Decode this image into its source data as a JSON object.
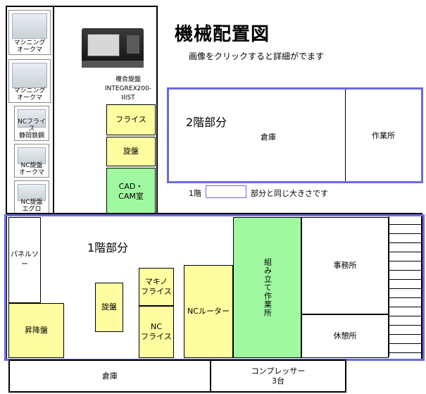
{
  "title": "機械配置図",
  "subtitle": "画像をクリックすると詳細がでます",
  "thumbnails": [
    {
      "label_line1": "マシニング",
      "label_line2": "オークマ"
    },
    {
      "label_line1": "マシニング",
      "label_line2": "オークマ"
    },
    {
      "label_line1": "NCフライス",
      "label_line2": "静岡鉄鋼"
    },
    {
      "label_line1": "NC旋盤",
      "label_line2": "オークマ"
    },
    {
      "label_line1": "NC旋盤",
      "label_line2": "エグロ"
    }
  ],
  "lathe_photo": {
    "label_line1": "複合旋盤",
    "label_line2": "INTEGREX200-IIIST"
  },
  "left_column": {
    "milling": "フライス",
    "lathe": "旋盤",
    "cad_line1": "CAD・",
    "cad_line2": "CAM室"
  },
  "floor2": {
    "label": "2階部分",
    "storage": "倉庫",
    "workplace": "作業所"
  },
  "legend": {
    "prefix": "1階",
    "suffix": "部分と同じ大きさです"
  },
  "floor1": {
    "label": "1階部分",
    "panel_saw": "パネルソー",
    "lift": "昇降盤",
    "lathe": "旋盤",
    "makino_line1": "マキノ",
    "makino_line2": "フライス",
    "nc_line1": "NC",
    "nc_line2": "フライス",
    "nc_router": "NCルーター",
    "assembly": "組み立て作業所",
    "office": "事務所",
    "break_room": "休憩所"
  },
  "bottom": {
    "storage": "倉庫",
    "compressor_line1": "コンプレッサー",
    "compressor_line2": "3台"
  },
  "colors": {
    "yellow": "#fefea0",
    "green": "#a0f8a0",
    "purple": "#6a6ae6"
  }
}
